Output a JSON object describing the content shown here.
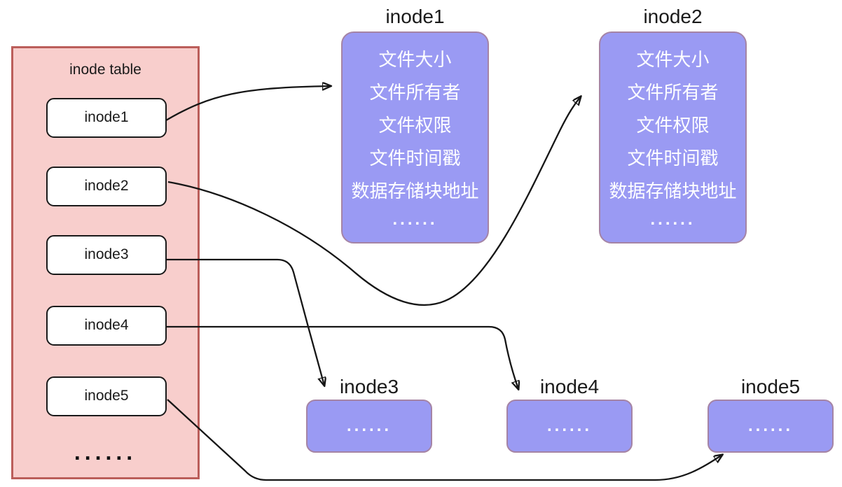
{
  "colors": {
    "table_fill": "#f8cecc",
    "table_stroke": "#bb5e5a",
    "node_fill": "#9a9af3",
    "node_stroke": "#a584a5",
    "entry_fill": "#ffffff",
    "entry_stroke": "#1a1a1a",
    "arrow": "#161616",
    "text_dark": "#1a1a1a",
    "text_light": "#ffffff"
  },
  "table": {
    "title": "inode table",
    "entries": [
      "inode1",
      "inode2",
      "inode3",
      "inode4",
      "inode5"
    ],
    "ellipsis": "......"
  },
  "details": [
    {
      "title": "inode1",
      "fields": [
        "文件大小",
        "文件所有者",
        "文件权限",
        "文件时间戳",
        "数据存储块地址"
      ],
      "ellipsis": "......"
    },
    {
      "title": "inode2",
      "fields": [
        "文件大小",
        "文件所有者",
        "文件权限",
        "文件时间戳",
        "数据存储块地址"
      ],
      "ellipsis": "......"
    }
  ],
  "stubs": [
    {
      "title": "inode3",
      "ellipsis": "......"
    },
    {
      "title": "inode4",
      "ellipsis": "......"
    },
    {
      "title": "inode5",
      "ellipsis": "......"
    }
  ]
}
